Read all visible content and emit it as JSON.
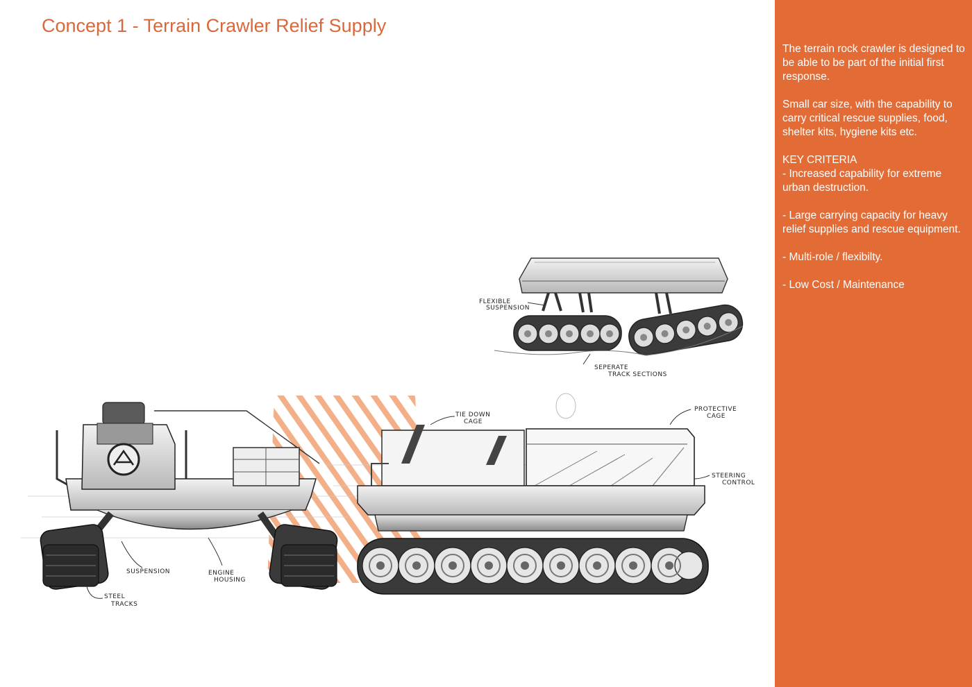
{
  "title": "Concept 1 - Terrain Crawler Relief Supply",
  "panel": {
    "intro": "The terrain rock crawler is designed to be able to be part of the initial first response.",
    "capacity": "Small car size, with the capability to carry critical rescue supplies, food, shelter kits, hygiene kits etc.",
    "criteria_heading": "KEY CRITERIA",
    "criteria_1": "- Increased capability for extreme urban destruction.",
    "criteria_2": "- Large carrying capacity for heavy relief supplies and rescue equipment.",
    "criteria_3": "- Multi-role / flexibilty.",
    "criteria_4": "- Low Cost / Maintenance"
  },
  "annotations": {
    "flexible_suspension_1": "FLEXIBLE",
    "flexible_suspension_2": "SUSPENSION",
    "separate_tracks_1": "SEPERATE",
    "separate_tracks_2": "TRACK SECTIONS",
    "tie_down_1": "TIE DOWN",
    "tie_down_2": "CAGE",
    "protective_1": "PROTECTIVE",
    "protective_2": "CAGE",
    "steering_1": "STEERING",
    "steering_2": "CONTROL",
    "suspension": "SUSPENSION",
    "engine_1": "ENGINE",
    "engine_2": "HOUSING",
    "steel_1": "STEEL",
    "steel_2": "TRACKS"
  },
  "colors": {
    "accent": "#e36c36",
    "title": "#d9683a",
    "hatch": "#f0a070"
  }
}
